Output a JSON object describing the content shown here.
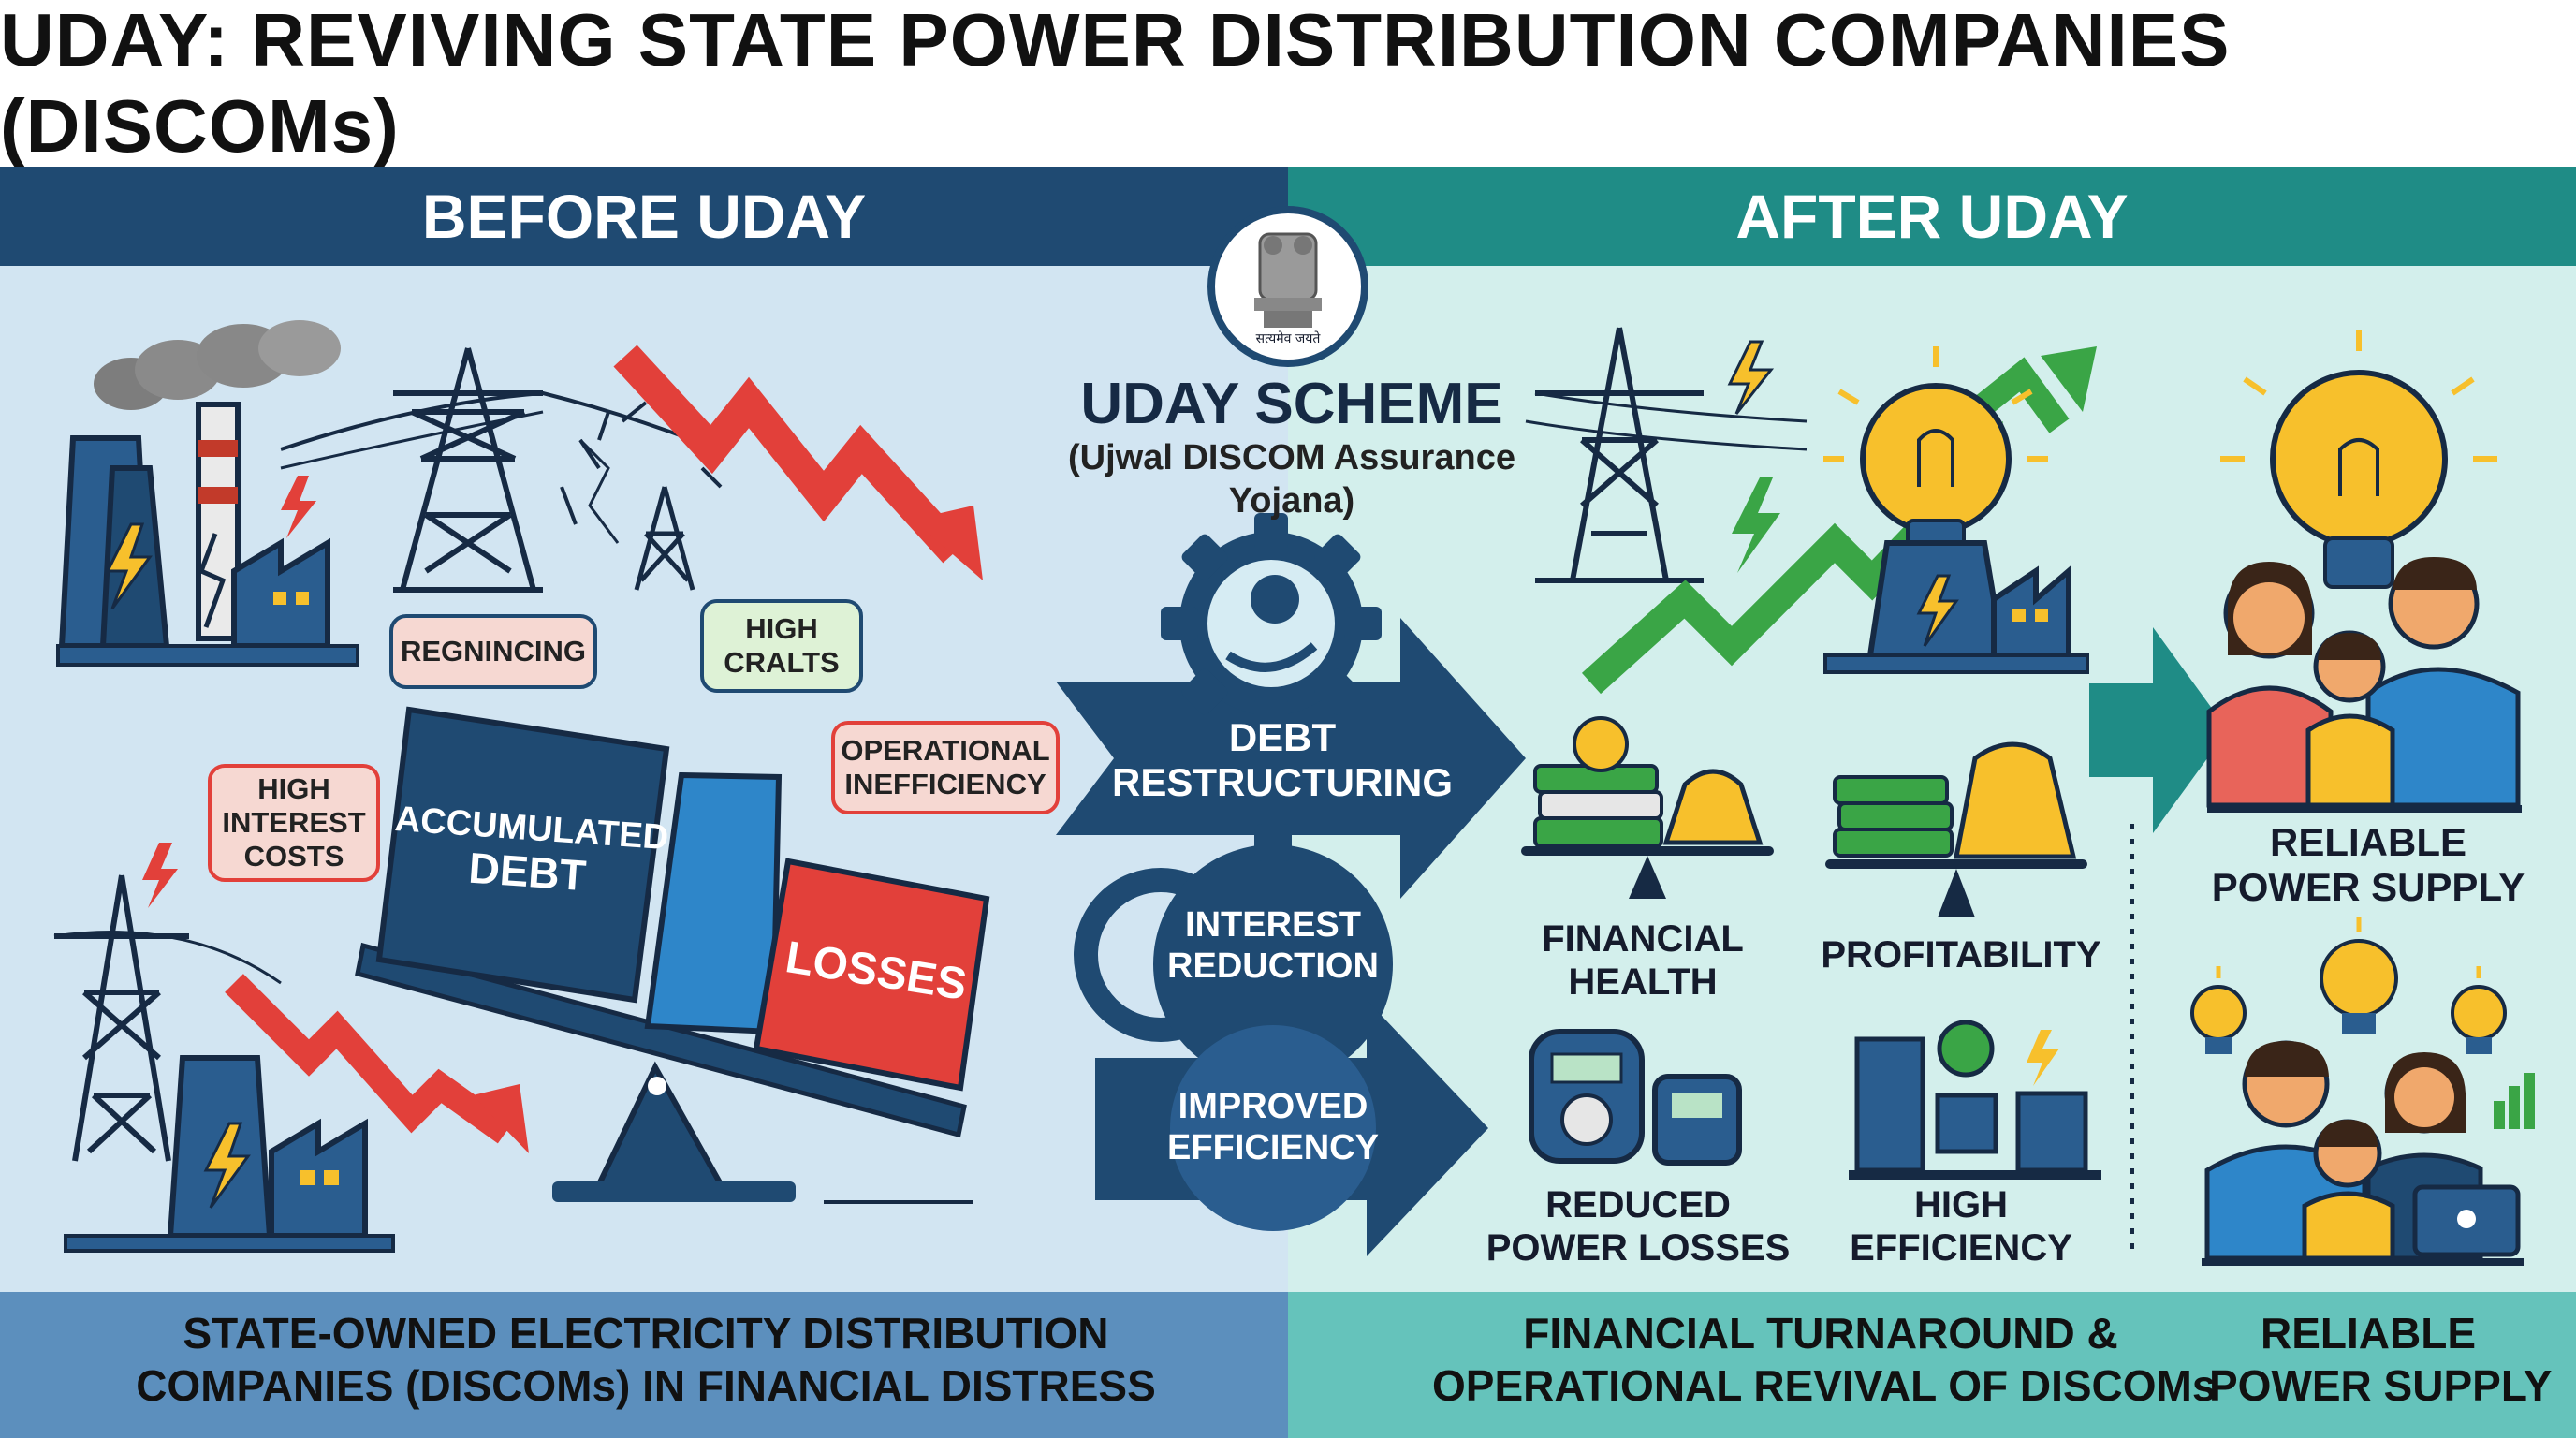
{
  "title": "UDAY: REVIVING STATE POWER DISTRIBUTION COMPANIES (DISCOMs)",
  "headers": {
    "before": "BEFORE UDAY",
    "after": "AFTER UDAY"
  },
  "emblem": {
    "motto": "सत्यमेव जयते"
  },
  "scheme": {
    "title": "UDAY SCHEME",
    "subtitle_line1": "(Ujwal DISCOM Assurance",
    "subtitle_line2": "Yojana)"
  },
  "problems": {
    "regnincing": "REGNINCING",
    "high_cralts_1": "HIGH",
    "high_cralts_2": "CRALTS",
    "operational_1": "OPERATIONAL",
    "operational_2": "INEFFICIENCY",
    "interest_1": "HIGH",
    "interest_2": "INTEREST",
    "interest_3": "COSTS",
    "debt_1": "ACCUMULATED",
    "debt_2": "DEBT",
    "losses": "LOSSES"
  },
  "measures": {
    "debt_1": "DEBT",
    "debt_2": "RESTRUCTURING",
    "interest_1": "INTEREST",
    "interest_2": "REDUCTION",
    "efficiency_1": "IMPROVED",
    "efficiency_2": "EFFICIENCY"
  },
  "outcomes": {
    "financial_1": "FINANCIAL",
    "financial_2": "HEALTH",
    "profitability": "PROFITABILITY",
    "losses_1": "REDUCED",
    "losses_2": "POWER LOSSES",
    "efficiency_1": "HIGH",
    "efficiency_2": "EFFICIENCY",
    "reliable_1": "RELIABLE",
    "reliable_2": "POWER SUPPLY"
  },
  "footer": {
    "left_1": "STATE-OWNED ELECTRICITY DISTRIBUTION",
    "left_2": "COMPANIES (DISCOMs) IN FINANCIAL DISTRESS",
    "mid_1": "FINANCIAL TURNAROUND &",
    "mid_2": "OPERATIONAL REVIVAL OF DISCOMs",
    "right_1": "RELIABLE",
    "right_2": "POWER SUPPLY"
  },
  "colors": {
    "navy": "#1f4a72",
    "teal": "#1f8c86",
    "loss_red": "#e2403a",
    "growth_green": "#3aa546",
    "bulb_yellow": "#f7c02c"
  }
}
